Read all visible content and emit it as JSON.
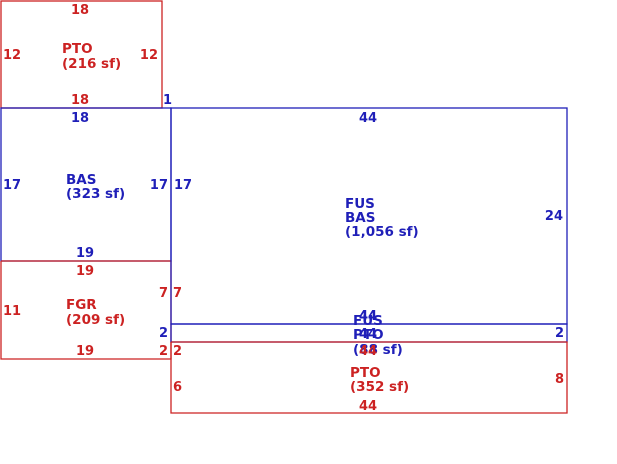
{
  "colors": {
    "red": "#cc2222",
    "blue": "#1f1fb8",
    "background": "#ffffff"
  },
  "areas": [
    {
      "id": "pto-top",
      "color": "red",
      "label": [
        "PTO",
        "(216 sf)"
      ],
      "dims": {
        "top": "18",
        "bottom": "18",
        "left": "12",
        "right": "12"
      }
    },
    {
      "id": "bas",
      "color": "blue",
      "label": [
        "BAS",
        "(323 sf)"
      ],
      "dims": {
        "top": "18",
        "bottom": "19",
        "left": "17",
        "right": "17"
      }
    },
    {
      "id": "fgr",
      "color": "red",
      "label": [
        "FGR",
        "(209 sf)"
      ],
      "dims": {
        "top": "19",
        "bottom": "19",
        "left": "11",
        "right": "7",
        "right_lower": "2"
      }
    },
    {
      "id": "fus-bas",
      "color": "blue",
      "label": [
        "FUS",
        "BAS",
        "(1,056 sf)"
      ],
      "dims": {
        "top": "44",
        "bottom": "44",
        "left": "17",
        "right": "24"
      }
    },
    {
      "id": "fus-pto",
      "color": "blue",
      "label": [
        "FUS",
        "PTO",
        "(88 sf)"
      ],
      "dims": {
        "top": "44",
        "bottom": "44",
        "left": "2",
        "right": "2"
      }
    },
    {
      "id": "pto-bottom",
      "color": "red",
      "label": [
        "PTO",
        "(352 sf)"
      ],
      "dims": {
        "top": "44",
        "bottom": "44",
        "left": "6",
        "right": "8",
        "left_upper_a": "7",
        "left_upper_b": "2"
      }
    }
  ],
  "connector": {
    "value": "1",
    "color": "blue"
  }
}
